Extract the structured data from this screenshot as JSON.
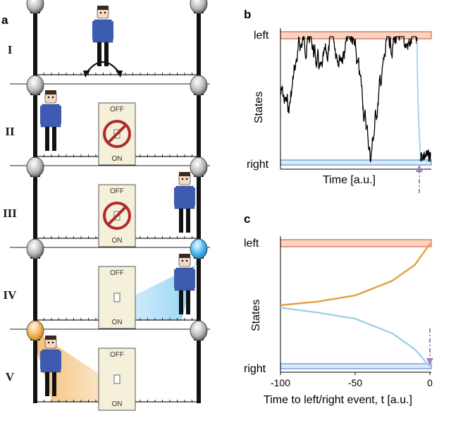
{
  "panel_labels": {
    "a": "a",
    "b": "b",
    "c": "c"
  },
  "rows": [
    {
      "roman": "I",
      "scene": "walker-center"
    },
    {
      "roman": "II",
      "scene": "walker-left",
      "switch_top": "OFF",
      "switch_bottom": "ON",
      "switch_blocked": true
    },
    {
      "roman": "III",
      "scene": "walker-right",
      "switch_top": "OFF",
      "switch_bottom": "ON",
      "switch_blocked": true
    },
    {
      "roman": "IV",
      "scene": "walker-right-lit",
      "switch_top": "OFF",
      "switch_bottom": "ON",
      "switch_blocked": false,
      "lit_lamp": "right"
    },
    {
      "roman": "V",
      "scene": "walker-left-lit",
      "switch_top": "OFF",
      "switch_bottom": "ON",
      "switch_blocked": false,
      "lit_lamp": "left"
    }
  ],
  "colors": {
    "left_band": "#f6d6bf",
    "left_band_edge": "#e05a4e",
    "right_band": "#dbeaf7",
    "right_band_edge": "#5a8fd0",
    "trajectory": "#000000",
    "drift_tail": "#9fd1ea",
    "mean_to_left": "#e3a03a",
    "mean_to_right": "#9fd1ea",
    "arrow": "#9f7fbc",
    "lamp_lit_blue": "#46b3ef",
    "lamp_lit_orange": "#f2b155"
  },
  "chart_data": [
    {
      "panel": "b",
      "type": "line",
      "title": "",
      "xlabel": "Time [a.u.]",
      "ylabel": "States",
      "y_categories": [
        "left",
        "right"
      ],
      "series": [
        {
          "style": "black-random-walk"
        },
        {
          "style": "light-blue-drift-to-right"
        }
      ],
      "grid": false
    },
    {
      "panel": "c",
      "type": "line",
      "title": "",
      "xlabel": "Time to left/right event, t [a.u.]",
      "ylabel": "States",
      "y_categories": [
        "left",
        "right"
      ],
      "x_ticks": [
        -100,
        -50,
        0
      ],
      "xlim": [
        -100,
        0
      ],
      "ylim": [
        0,
        1
      ],
      "series": [
        {
          "style": "orange-to-left",
          "x": [
            -100,
            -75,
            -50,
            -25,
            -10,
            0
          ],
          "values": [
            0.5,
            0.53,
            0.58,
            0.7,
            0.83,
            1.0
          ]
        },
        {
          "style": "blue-to-right",
          "x": [
            -100,
            -75,
            -50,
            -25,
            -10,
            0
          ],
          "values": [
            0.48,
            0.44,
            0.39,
            0.27,
            0.14,
            0.0
          ]
        }
      ],
      "grid": false
    }
  ]
}
